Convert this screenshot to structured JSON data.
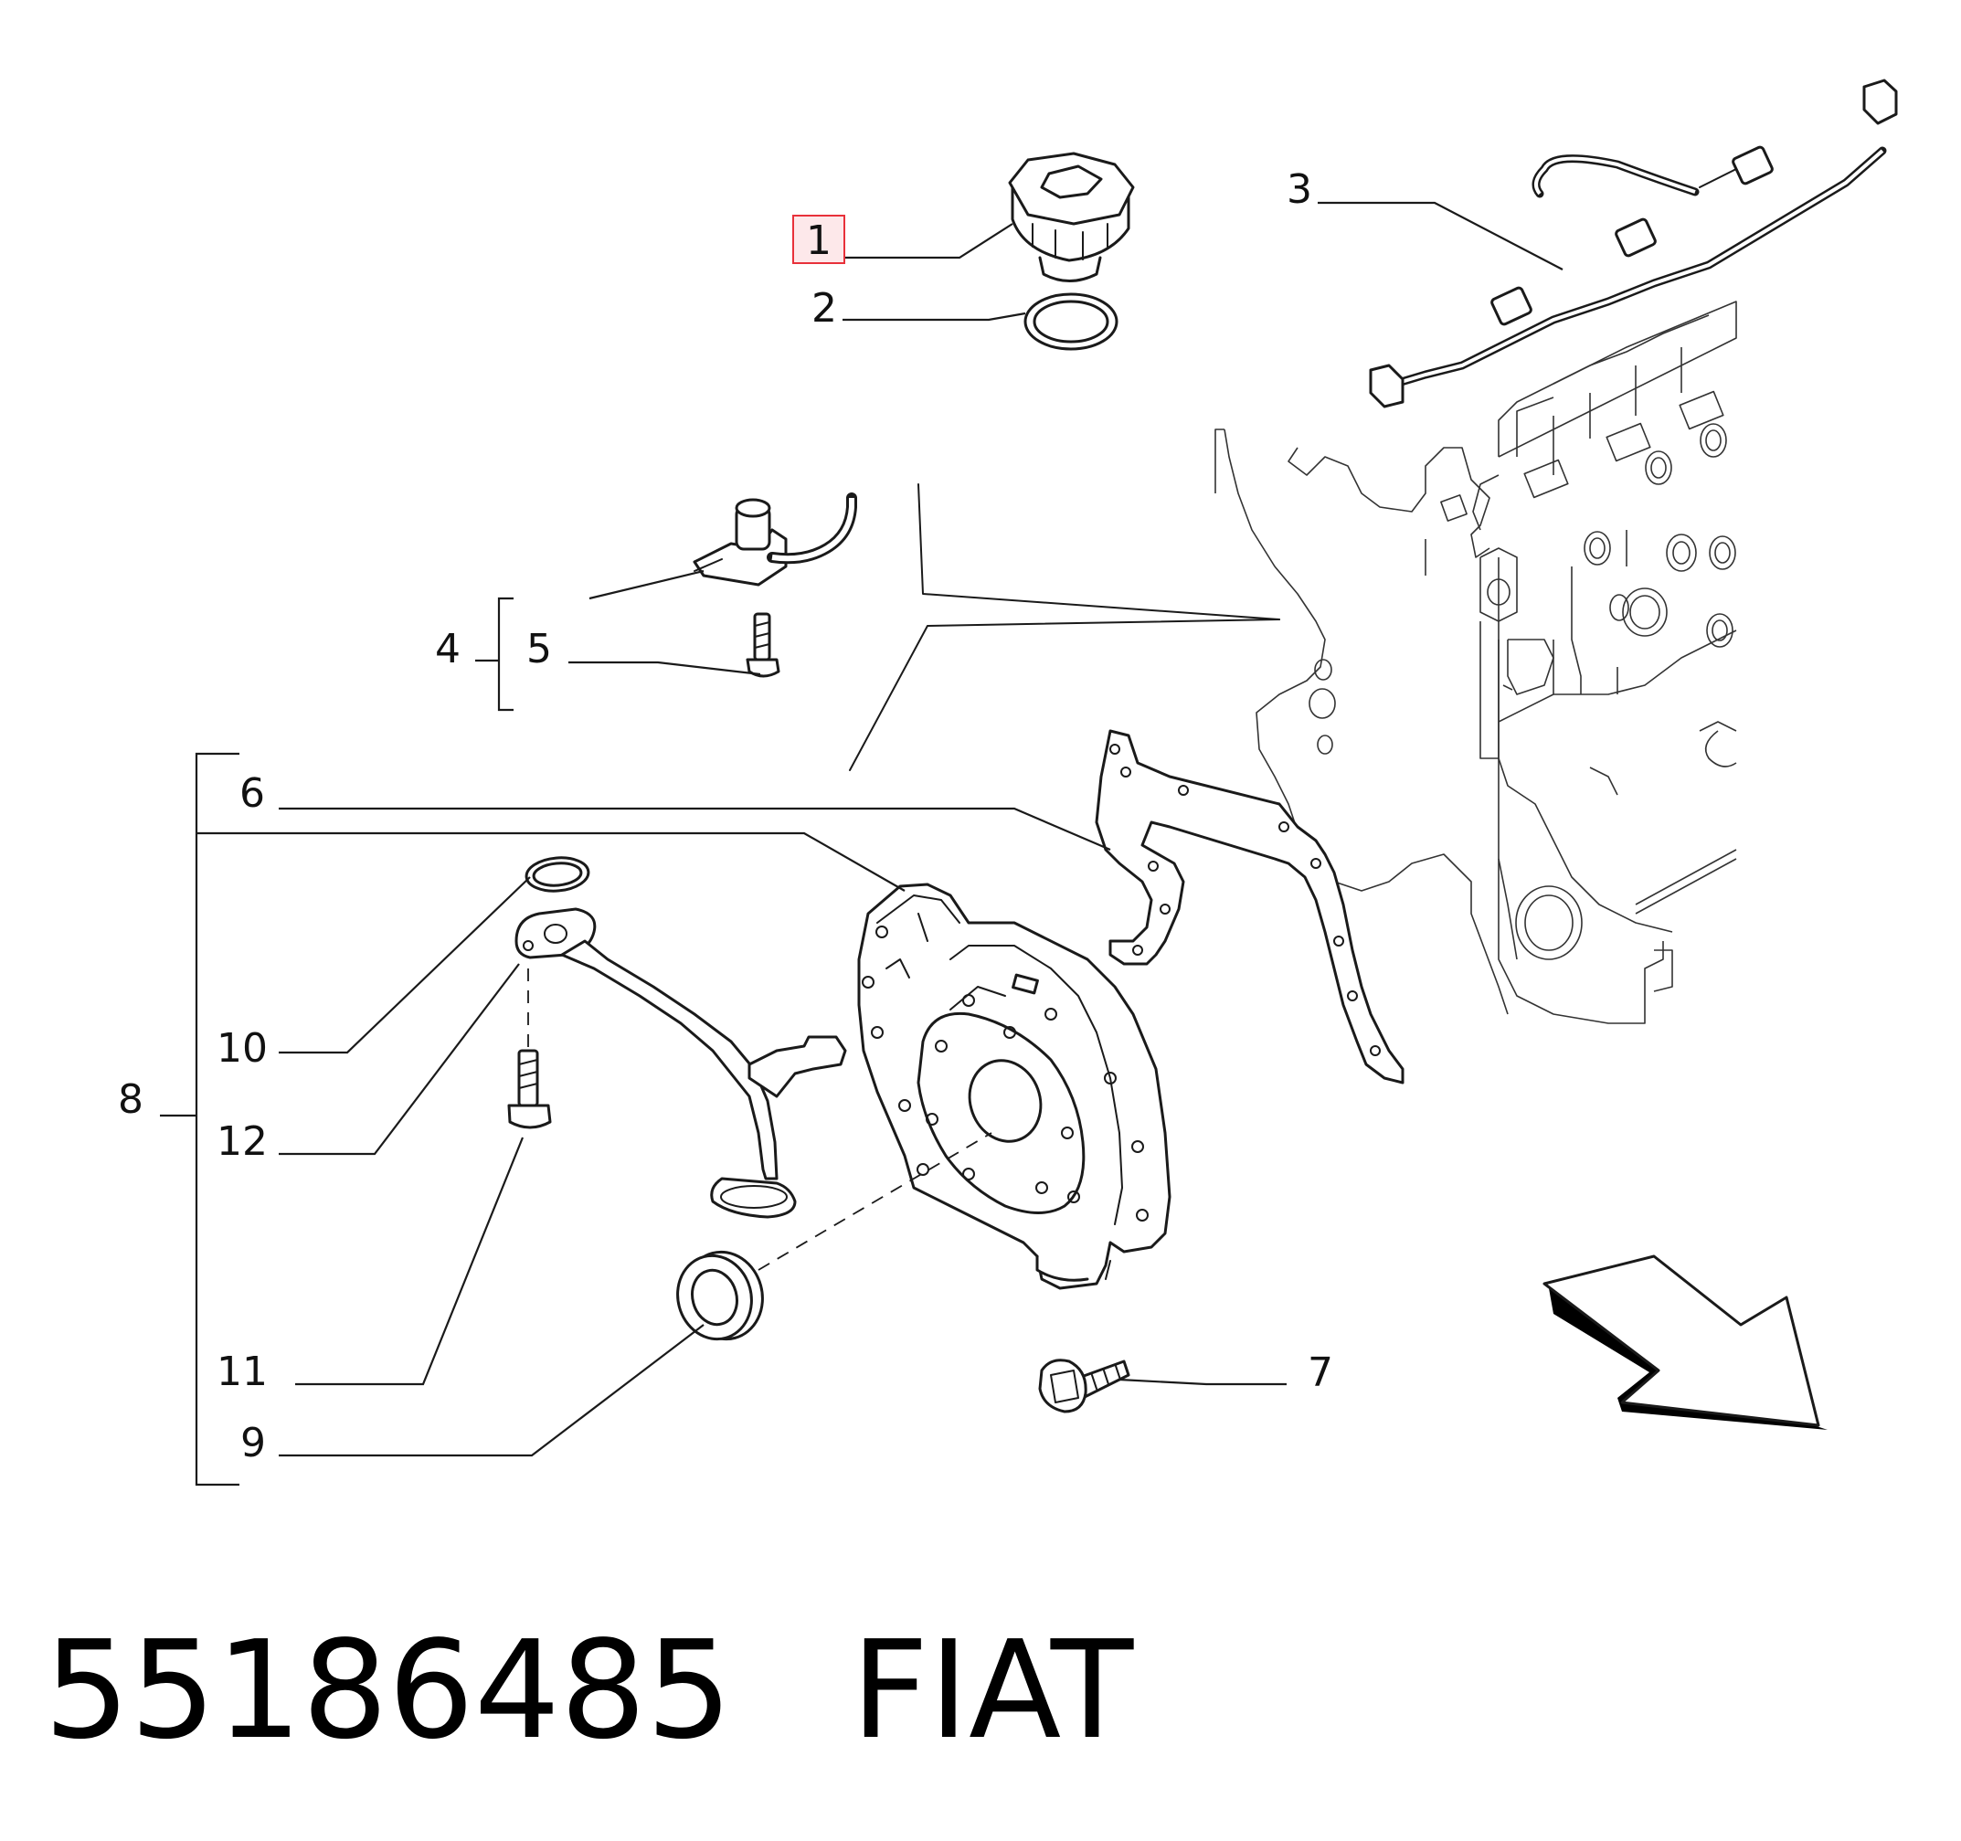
{
  "diagram": {
    "callouts": [
      "1",
      "2",
      "3",
      "4",
      "5",
      "6",
      "7",
      "8",
      "9",
      "10",
      "11",
      "12"
    ],
    "highlighted_callout": "1",
    "highlight_color": "#e8313a",
    "line_color": "#1a1a1a"
  },
  "caption": {
    "part_number": "55186485",
    "brand": "FIAT"
  }
}
